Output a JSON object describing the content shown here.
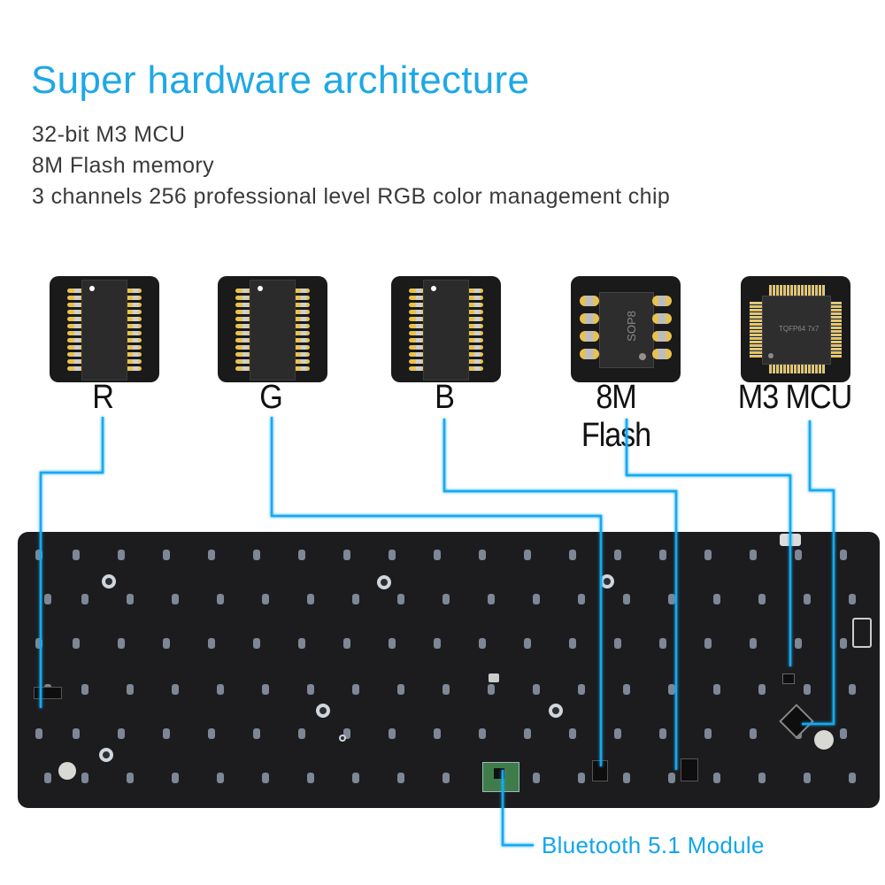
{
  "header": {
    "title": "Super hardware architecture",
    "specs": [
      "32-bit M3 MCU",
      "8M Flash memory",
      "3 channels 256 professional level RGB color management chip"
    ]
  },
  "chips": [
    {
      "label": "R",
      "package": "SSOP"
    },
    {
      "label": "G",
      "package": "SSOP"
    },
    {
      "label": "B",
      "package": "SSOP"
    },
    {
      "label": "8M Flash",
      "package": "SOP8",
      "marking": "SOP8"
    },
    {
      "label": "M3 MCU",
      "package": "TQFP",
      "marking": "TQFP64 7x7"
    }
  ],
  "callouts": {
    "bluetooth": "Bluetooth 5.1 Module"
  },
  "colors": {
    "accent": "#1ea8e6",
    "line": "#13a9f0",
    "pcb": "#1c1c1e",
    "text": "#3a3a3a"
  }
}
